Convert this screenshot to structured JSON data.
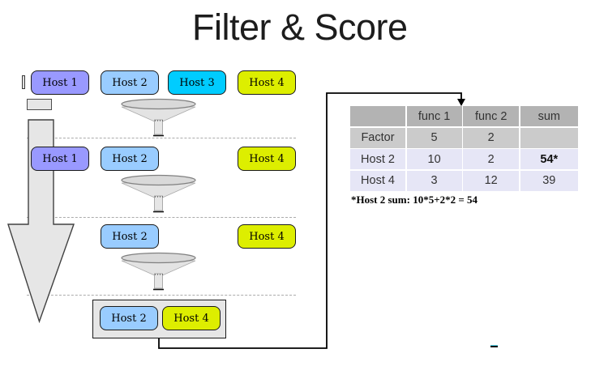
{
  "title": "Filter & Score",
  "colors": {
    "host1": "#9999FF",
    "host2": "#99CCFF",
    "host3": "#00CCFF",
    "host4": "#DDEE00",
    "shape_fill": "#E6E6E6",
    "table_header_bg": "#B3B3B3",
    "table_factor_bg": "#CBCBCB",
    "table_host_bg": "#E6E6F6",
    "connector": "#000000"
  },
  "stages": {
    "row1": {
      "host1": "Host 1",
      "host2": "Host 2",
      "host3": "Host 3",
      "host4": "Host 4"
    },
    "row2": {
      "host1": "Host 1",
      "host2": "Host 2",
      "host4": "Host 4"
    },
    "row3": {
      "host2": "Host 2",
      "host4": "Host 4"
    },
    "row4": {
      "host2": "Host 2",
      "host4": "Host 4"
    }
  },
  "score_table": {
    "headers": [
      "",
      "func 1",
      "func 2",
      "sum"
    ],
    "rows": [
      {
        "label": "Factor",
        "func1": "5",
        "func2": "2",
        "sum": ""
      },
      {
        "label": "Host 2",
        "func1": "10",
        "func2": "2",
        "sum": "54*"
      },
      {
        "label": "Host 4",
        "func1": "3",
        "func2": "12",
        "sum": "39"
      }
    ]
  },
  "footnote": "*Host 2 sum: 10*5+2*2 = 54"
}
